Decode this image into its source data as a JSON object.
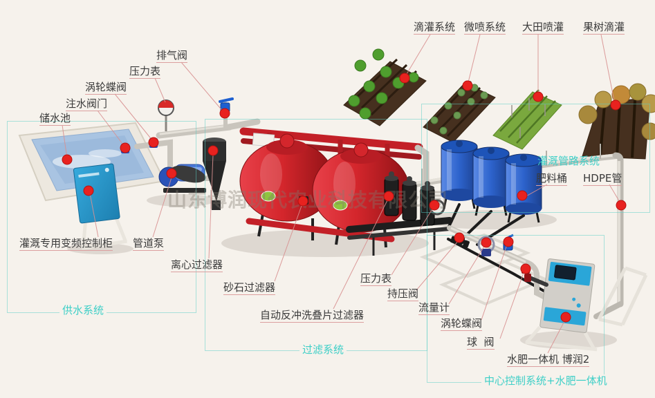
{
  "watermark": "山东博润现代农业科技有限公司",
  "colors": {
    "background": "#f6f2ec",
    "marker_red": "#e8221f",
    "zone_teal": "#3ecfc7",
    "label_text": "#3a3a3a",
    "sand_filter_red": "#d4262c",
    "barrel_blue": "#2d63cc",
    "cabinet_blue": "#2898cc"
  },
  "callouts": {
    "drip_system": "滴灌系统",
    "micro_spray_system": "微喷系统",
    "field_sprinkler": "大田喷灌",
    "fruit_tree_drip": "果树滴灌",
    "exhaust_valve": "排气阀",
    "pressure_gauge_1": "压力表",
    "butterfly_valve_1": "涡轮蝶阀",
    "inlet_valve": "注水阀门",
    "storage_pool": "储水池",
    "vfd_cabinet": "灌溉专用变频控制柜",
    "pipeline_pump": "管道泵",
    "centrifugal_filter": "离心过滤器",
    "sand_filter": "砂石过滤器",
    "disc_filter": "自动反冲洗叠片过滤器",
    "pressure_gauge_2": "压力表",
    "pressure_hold_valve": "持压阀",
    "flow_meter": "流量计",
    "butterfly_valve_2": "涡轮蝶阀",
    "ball_valve": "球  阀",
    "fertigation_machine": "水肥一体机 博润2",
    "fertilizer_barrel": "肥料桶",
    "hdpe_pipe": "HDPE管"
  },
  "zones": {
    "water_supply": "供水系统",
    "filtration": "过滤系统",
    "central_control": "中心控制系统+水肥一体机",
    "irrigation_pipeline": "灌溉管路系统"
  }
}
